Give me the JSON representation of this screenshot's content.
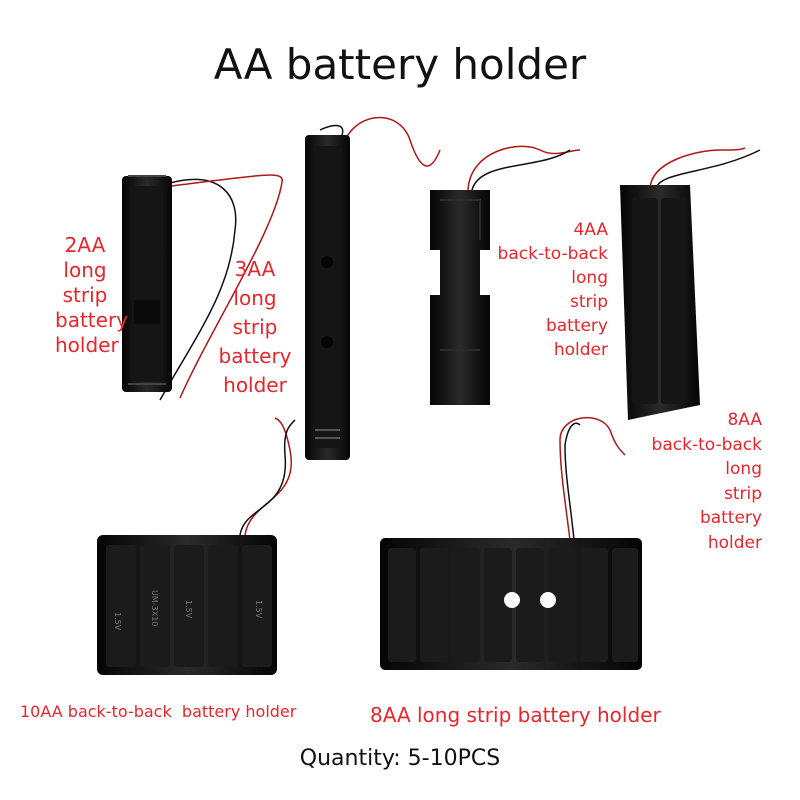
{
  "title": "AA battery holder",
  "labels": {
    "holder_2aa": [
      "2AA",
      "long",
      "strip",
      "battery",
      "holder"
    ],
    "holder_3aa": [
      "3AA",
      "long",
      "strip",
      "battery",
      "holder"
    ],
    "holder_4aa": [
      "4AA",
      "back-to-back",
      "long",
      "strip",
      "battery",
      "holder"
    ],
    "holder_8aa_b2b": [
      "8AA",
      "back-to-back",
      "long",
      "strip",
      "battery",
      "holder"
    ],
    "holder_10aa": "10AA back-to-back  battery holder",
    "holder_8aa_strip": "8AA long strip battery holder"
  },
  "quantity": "Quantity: 5-10PCS",
  "label_color": "#e8262c",
  "holder_color": "#0e0e0e",
  "wire_colors": [
    "#b01818",
    "#111111"
  ],
  "cell_markings": [
    "1.5V",
    "UM-3X10"
  ]
}
